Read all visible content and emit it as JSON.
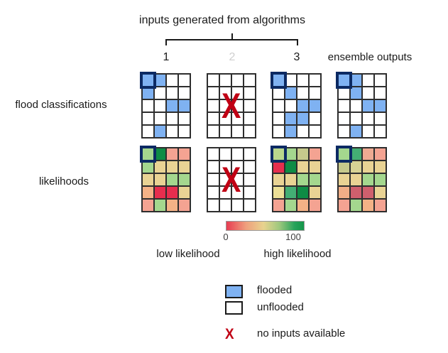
{
  "title": "inputs generated from algorithms",
  "column_labels": {
    "input1": "1",
    "input2": "2",
    "input3": "3",
    "ensemble": "ensemble outputs"
  },
  "row_labels": {
    "flood": "flood classifications",
    "likelihood": "likelihoods"
  },
  "colorbar": {
    "min_label": "0",
    "max_label": "100",
    "low_label": "low likelihood",
    "high_label": "high likelihood",
    "gradient": [
      "#e73c52",
      "#ef9f7d",
      "#e8d38e",
      "#9fc87e",
      "#27a35b",
      "#149549"
    ]
  },
  "legend": [
    {
      "swatch": "blue-square",
      "label": "flooded"
    },
    {
      "swatch": "white-square",
      "label": "unflooded"
    },
    {
      "swatch": "red-x",
      "label": "no inputs available"
    }
  ],
  "marks": {
    "x_glyph": "X",
    "x_color": "#c00014",
    "highlight_border": "#0c2a63",
    "grid_line": "#2e2e2e",
    "flooded_blue": "#7fb2f2"
  },
  "palette": {
    "B": "#7fb2f2",
    "W": "#ffffff",
    "G": "#a4d78e",
    "YG": "#b9d78c",
    "DG": "#0e8c45",
    "TG": "#43ae74",
    "OL": "#c6c98c",
    "KG": "#d8d294",
    "K": "#e9d394",
    "Y": "#ecdf96",
    "R": "#e62e4e",
    "BR": "#cf5f6d",
    "S": "#f4a392",
    "MS": "#eeaa92",
    "O": "#f4b286",
    "OT": "#f0ae87"
  },
  "grids": [
    {
      "id": "flood-1",
      "x_overlay": false,
      "cells": [
        [
          "B*",
          "B",
          "W",
          "W"
        ],
        [
          "B",
          "W",
          "W",
          "W"
        ],
        [
          "W",
          "W",
          "B",
          "B"
        ],
        [
          "W",
          "W",
          "W",
          "W"
        ],
        [
          "W",
          "B",
          "W",
          "W"
        ]
      ]
    },
    {
      "id": "flood-2",
      "x_overlay": true,
      "cells": [
        [
          "W",
          "W",
          "W",
          "W"
        ],
        [
          "W",
          "W",
          "W",
          "W"
        ],
        [
          "W",
          "W",
          "W",
          "W"
        ],
        [
          "W",
          "W",
          "W",
          "W"
        ],
        [
          "W",
          "W",
          "W",
          "W"
        ]
      ]
    },
    {
      "id": "flood-3",
      "x_overlay": false,
      "cells": [
        [
          "B*",
          "W",
          "W",
          "W"
        ],
        [
          "W",
          "B",
          "W",
          "W"
        ],
        [
          "W",
          "W",
          "B",
          "B"
        ],
        [
          "W",
          "B",
          "B",
          "W"
        ],
        [
          "W",
          "B",
          "W",
          "W"
        ]
      ]
    },
    {
      "id": "flood-ensemble",
      "x_overlay": false,
      "cells": [
        [
          "B*",
          "B",
          "W",
          "W"
        ],
        [
          "W",
          "B",
          "W",
          "W"
        ],
        [
          "W",
          "W",
          "B",
          "B"
        ],
        [
          "W",
          "W",
          "W",
          "W"
        ],
        [
          "W",
          "B",
          "W",
          "W"
        ]
      ]
    },
    {
      "id": "likelihood-1",
      "x_overlay": false,
      "cells": [
        [
          "G*",
          "DG",
          "S",
          "S"
        ],
        [
          "G",
          "K",
          "K",
          "K"
        ],
        [
          "K",
          "K",
          "G",
          "G"
        ],
        [
          "O",
          "R",
          "R",
          "K"
        ],
        [
          "S",
          "G",
          "O",
          "S"
        ]
      ]
    },
    {
      "id": "likelihood-2",
      "x_overlay": true,
      "cells": [
        [
          "W",
          "W",
          "W",
          "W"
        ],
        [
          "W",
          "W",
          "W",
          "W"
        ],
        [
          "W",
          "W",
          "W",
          "W"
        ],
        [
          "W",
          "W",
          "W",
          "W"
        ],
        [
          "W",
          "W",
          "W",
          "W"
        ]
      ]
    },
    {
      "id": "likelihood-3",
      "x_overlay": false,
      "cells": [
        [
          "YG*",
          "G",
          "OL",
          "S"
        ],
        [
          "R",
          "DG",
          "K",
          "K"
        ],
        [
          "K",
          "K",
          "G",
          "G"
        ],
        [
          "Y",
          "TG",
          "DG",
          "K"
        ],
        [
          "S",
          "G",
          "O",
          "S"
        ]
      ]
    },
    {
      "id": "likelihood-ensemble",
      "x_overlay": false,
      "cells": [
        [
          "G*",
          "TG",
          "MS",
          "S"
        ],
        [
          "OL",
          "KG",
          "K",
          "K"
        ],
        [
          "K",
          "K",
          "G",
          "G"
        ],
        [
          "OT",
          "BR",
          "BR",
          "K"
        ],
        [
          "S",
          "G",
          "O",
          "S"
        ]
      ]
    }
  ]
}
